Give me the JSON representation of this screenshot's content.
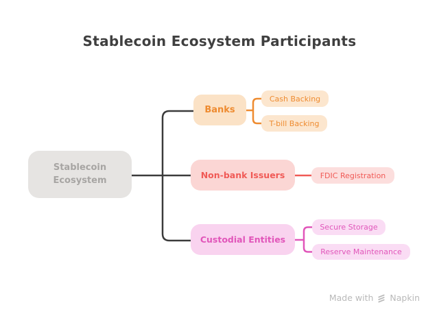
{
  "title": "Stablecoin Ecosystem Participants",
  "root": {
    "lines": [
      "Stablecoin",
      "Ecosystem"
    ]
  },
  "branches": [
    {
      "id": "banks",
      "label": "Banks",
      "children": [
        {
          "label": "Cash Backing"
        },
        {
          "label": "T-bill Backing"
        }
      ]
    },
    {
      "id": "non-bank-issuers",
      "label": "Non-bank Issuers",
      "children": [
        {
          "label": "FDIC Registration"
        }
      ]
    },
    {
      "id": "custodial-entities",
      "label": "Custodial Entities",
      "children": [
        {
          "label": "Secure Storage"
        },
        {
          "label": "Reserve Maintenance"
        }
      ]
    }
  ],
  "watermark": {
    "prefix": "Made with",
    "brand": "Napkin",
    "icon": "napkin-logo-icon"
  },
  "colors": {
    "canvas_bg": "#ffffff",
    "title_color": "#3f3f3f",
    "connector_dark": "#3b3b3b",
    "root_fill": "#e6e4e2",
    "root_text": "#a7a5a3",
    "banks_fill": "#fbe2c6",
    "banks_child_fill": "#fce6ce",
    "banks_accent": "#ee8b30",
    "nonbank_fill": "#fbd6d4",
    "nonbank_child_fill": "#fcdedd",
    "nonbank_accent": "#f05a56",
    "custodial_fill": "#f9d3ef",
    "custodial_child_fill": "#fadcf4",
    "custodial_accent": "#e156ba",
    "watermark_color": "#b9b9b9"
  }
}
